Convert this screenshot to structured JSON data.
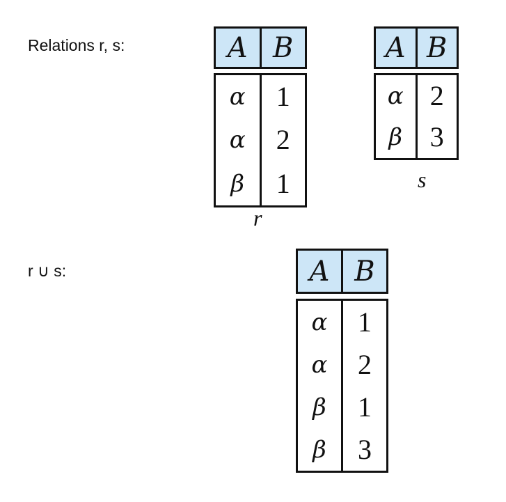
{
  "labels": {
    "relations": "Relations r, s:",
    "union": "r ∪ s:"
  },
  "relations": {
    "r": {
      "name": "r",
      "headers": [
        "A",
        "B"
      ],
      "rows": [
        [
          "α",
          "1"
        ],
        [
          "α",
          "2"
        ],
        [
          "β",
          "1"
        ]
      ]
    },
    "s": {
      "name": "s",
      "headers": [
        "A",
        "B"
      ],
      "rows": [
        [
          "α",
          "2"
        ],
        [
          "β",
          "3"
        ]
      ]
    },
    "union": {
      "headers": [
        "A",
        "B"
      ],
      "rows": [
        [
          "α",
          "1"
        ],
        [
          "α",
          "2"
        ],
        [
          "β",
          "1"
        ],
        [
          "β",
          "3"
        ]
      ]
    }
  },
  "colors": {
    "header_fill": "#cde6f7",
    "border": "#111111"
  }
}
